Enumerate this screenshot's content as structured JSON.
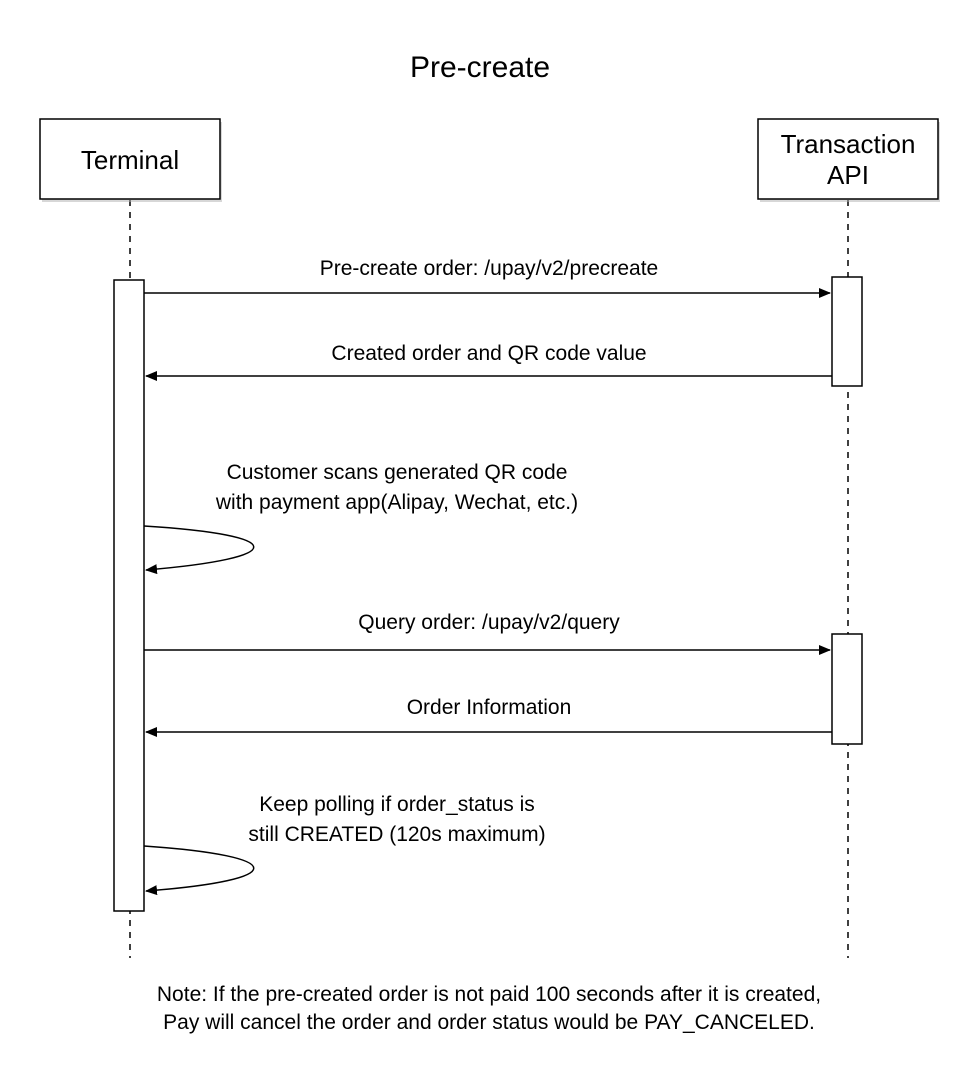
{
  "title": "Pre-create",
  "participants": {
    "terminal": {
      "label": "Terminal"
    },
    "api": {
      "line1": "Transaction",
      "line2": "API"
    }
  },
  "messages": [
    {
      "text": "Pre-create order: /upay/v2/precreate",
      "from": "terminal",
      "to": "api"
    },
    {
      "text": "Created order and QR code value",
      "from": "api",
      "to": "terminal"
    },
    {
      "line1": "Customer scans generated QR code",
      "line2": "with payment app(Alipay, Wechat, etc.)",
      "from": "terminal",
      "to": "terminal"
    },
    {
      "text": "Query order: /upay/v2/query",
      "from": "terminal",
      "to": "api"
    },
    {
      "text": "Order Information",
      "from": "api",
      "to": "terminal"
    },
    {
      "line1": "Keep polling if order_status is",
      "line2": "still CREATED (120s maximum)",
      "from": "terminal",
      "to": "terminal"
    }
  ],
  "note": {
    "line1": "Note: If the pre-created order is not paid 100 seconds after it is created,",
    "line2": "Pay will cancel the order and order status would be PAY_CANCELED."
  }
}
